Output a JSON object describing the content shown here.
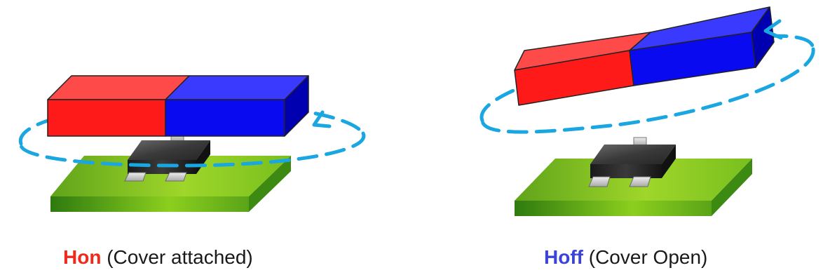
{
  "colors": {
    "state_on": "#ee2a1e",
    "state_off": "#3b44d6",
    "magnet_north": "#ff1a1a",
    "magnet_south": "#0a0af0",
    "field_line": "#1aa6e0",
    "pcb": "#7cc21a",
    "chip": "#2b2b2b"
  },
  "panels": [
    {
      "state": "Hon",
      "caption": "(Cover attached)"
    },
    {
      "state": "Hoff",
      "caption": "(Cover Open)"
    }
  ]
}
